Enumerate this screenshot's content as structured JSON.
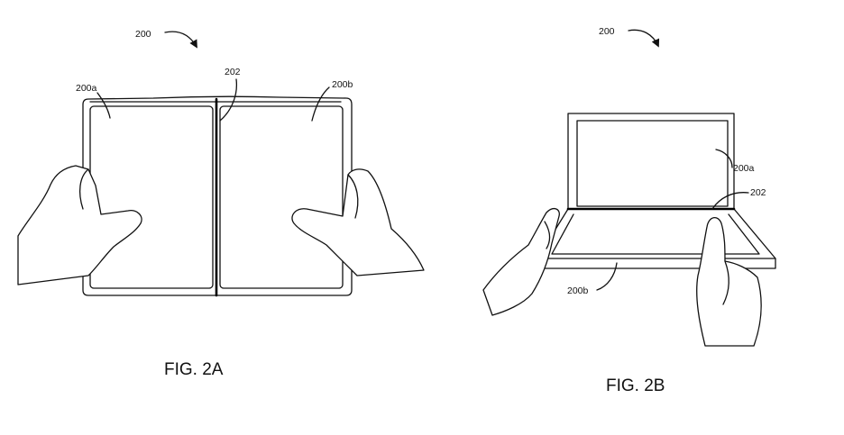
{
  "figure_a": {
    "ref_device": "200",
    "ref_left_screen": "200a",
    "ref_right_screen": "200b",
    "ref_hinge": "202",
    "caption": "FIG. 2A"
  },
  "figure_b": {
    "ref_device": "200",
    "ref_upper_screen": "200a",
    "ref_lower_screen": "200b",
    "ref_hinge": "202",
    "caption": "FIG. 2B"
  }
}
